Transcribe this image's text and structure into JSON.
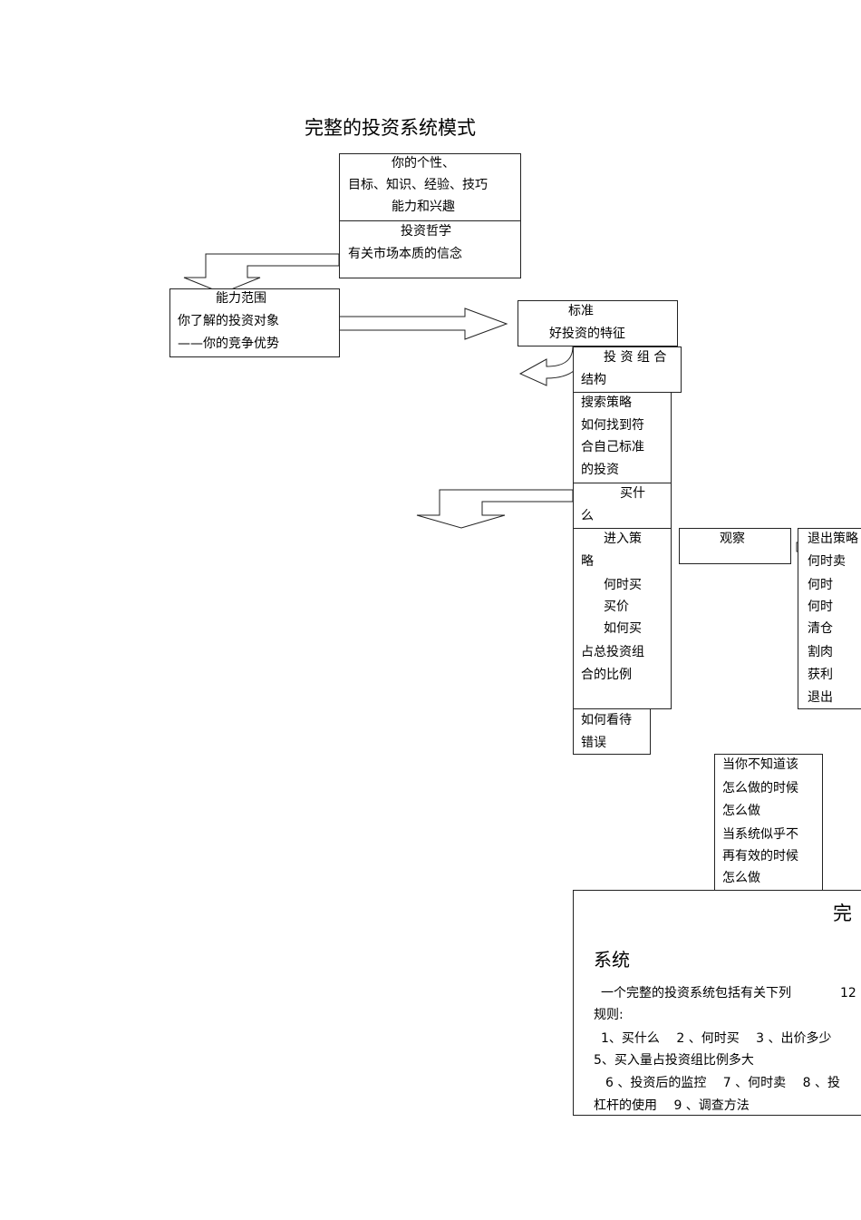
{
  "title": "完整的投资系统模式",
  "personality": {
    "line1": "你的个性、",
    "line2": "目标、知识、经验、技巧",
    "line3": "能力和兴趣"
  },
  "philosophy": {
    "heading": "投资哲学",
    "text": "有关市场本质的信念"
  },
  "competence": {
    "heading": "能力范围",
    "line1": "你了解的投资对象",
    "line2": "——你的竞争优势"
  },
  "criteria": {
    "heading": "标准",
    "text": "好投资的特征"
  },
  "portfolio": {
    "line1": "投 资 组 合",
    "line2": "结构"
  },
  "search": {
    "line1": "搜索策略",
    "line2": "如何找到符",
    "line3": "合自己标准",
    "line4": "的投资"
  },
  "buy_what": {
    "line1": "买什",
    "line2": "么"
  },
  "entry": {
    "line1": "进入策",
    "line2": "略",
    "line3": "何时买",
    "line4": "买价",
    "line5": "如何买",
    "line6": "占总投资组",
    "line7": "合的比例"
  },
  "observe": {
    "label": "观察"
  },
  "exit": {
    "line1": "退出策略",
    "line2": "何时卖",
    "line3": "何时",
    "line4": "何时",
    "line5": "清仓",
    "line6": "割肉",
    "line7": "获利",
    "line8": "退出"
  },
  "mistakes": {
    "line1": "如何看待",
    "line2": "错误"
  },
  "uncertain": {
    "line1": "当你不知道该",
    "line2": "怎么做的时候",
    "line3": "怎么做",
    "line4": "当系统似乎不",
    "line5": "再有效的时候",
    "line6": "怎么做"
  },
  "bottom_box": {
    "big_char": "完",
    "heading": "系统",
    "line1_text": "一个完整的投资系统包括有关下列",
    "line1_num": "12",
    "line2": "规则:",
    "line3": "1、买什么　 2 、何时买　 3 、出价多少",
    "line4": "5、买入量占投资组比例多大",
    "line5": "6 、投资后的监控　 7 、何时卖　 8 、投",
    "line6": "杠杆的使用　 9 、调查方法"
  }
}
